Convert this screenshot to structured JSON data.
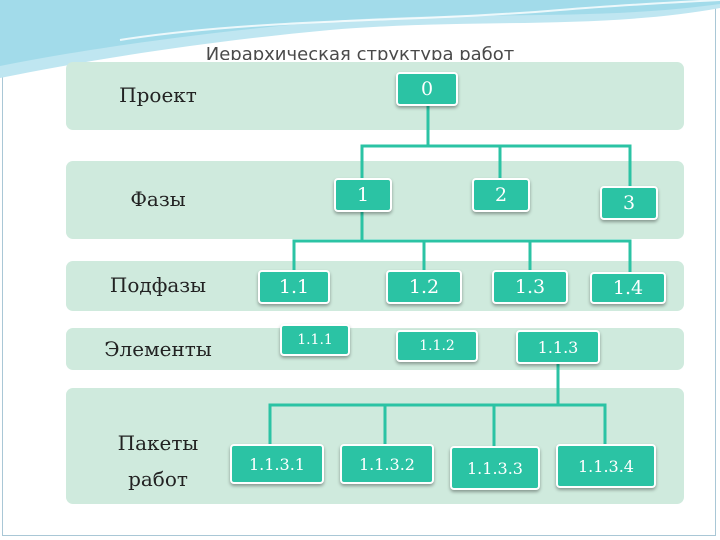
{
  "title": "Иерархическая структура работ",
  "levels": {
    "project": "Проект",
    "phases": "Фазы",
    "subphases": "Подфазы",
    "elements": "Элементы",
    "workpackages_line1": "Пакеты",
    "workpackages_line2": "работ"
  },
  "nodes": {
    "root": "0",
    "phase_1": "1",
    "phase_2": "2",
    "phase_3": "3",
    "sub_1_1": "1.1",
    "sub_1_2": "1.2",
    "sub_1_3": "1.3",
    "sub_1_4": "1.4",
    "el_1_1_1": "1.1.1",
    "el_1_1_2": "1.1.2",
    "el_1_1_3": "1.1.3",
    "wp_1_1_3_1": "1.1.3.1",
    "wp_1_1_3_2": "1.1.3.2",
    "wp_1_1_3_3": "1.1.3.3",
    "wp_1_1_3_4": "1.1.3.4"
  },
  "colors": {
    "band": "#cfeadd",
    "node": "#2bc3a4",
    "connector": "#2bc3a4",
    "header_wave": "#8fd3e6"
  }
}
